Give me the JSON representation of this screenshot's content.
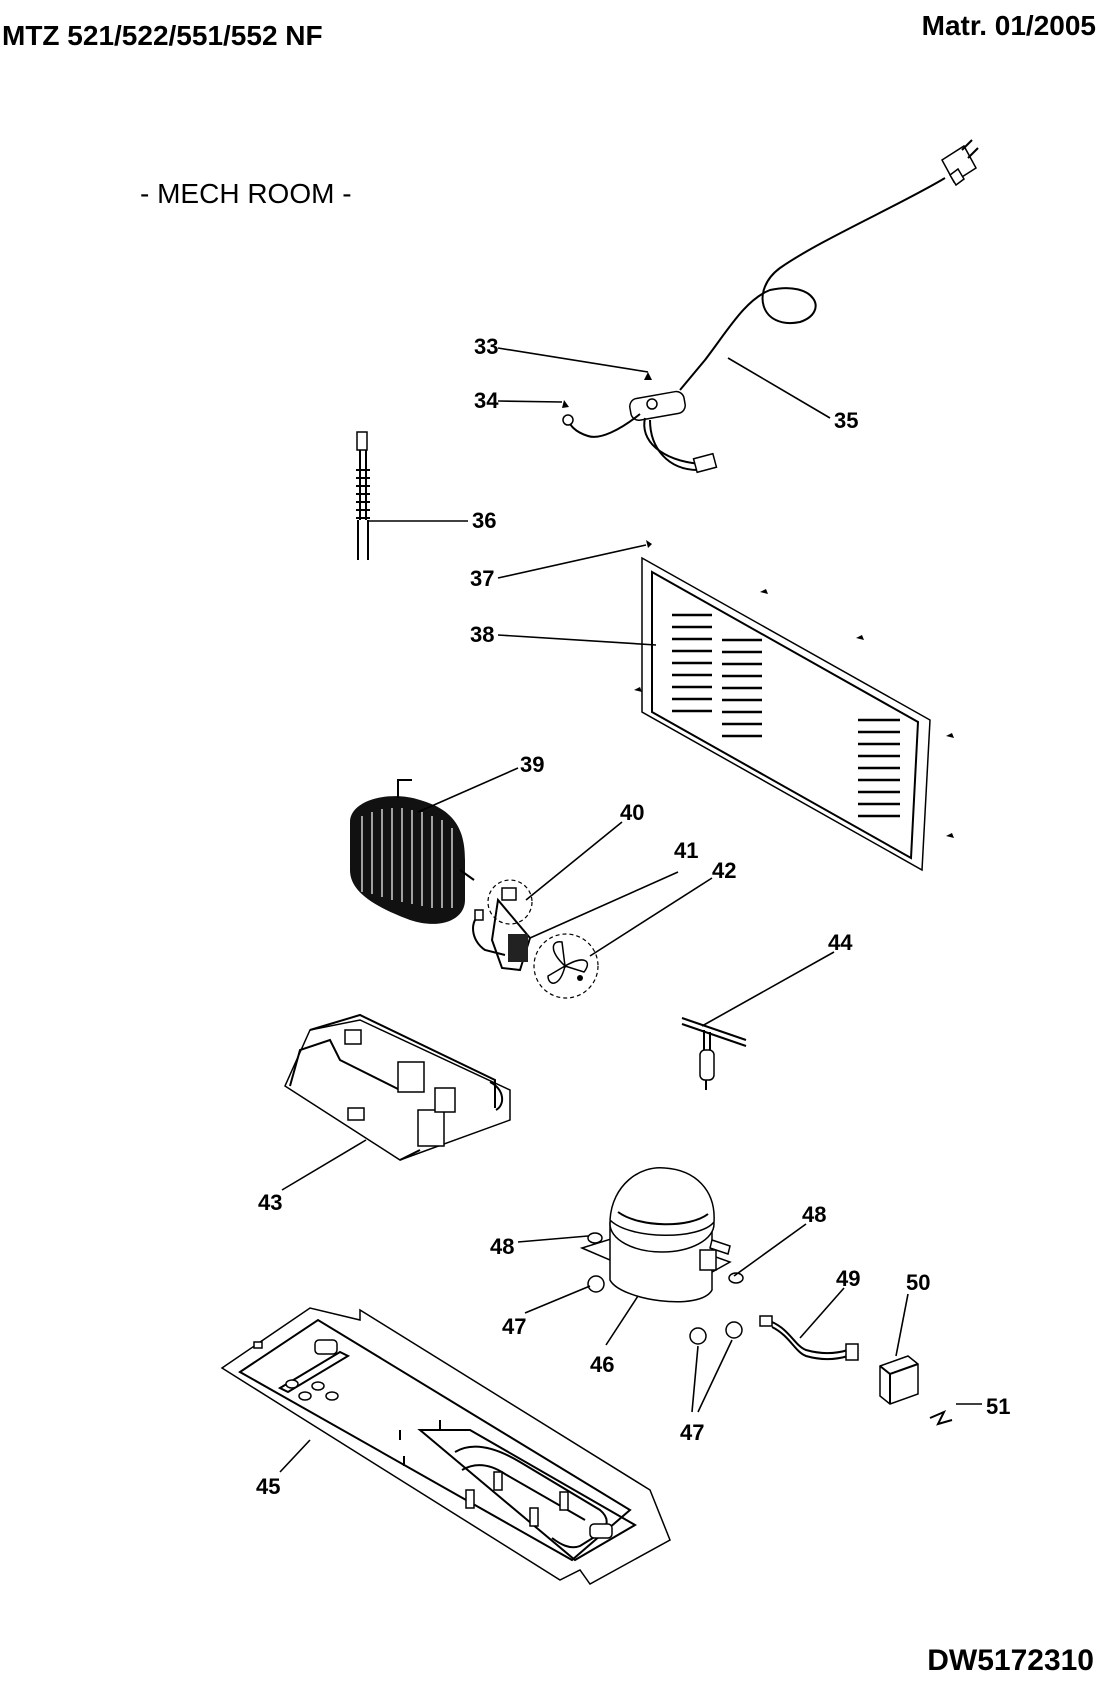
{
  "header": {
    "model": "MTZ 521/522/551/552 NF",
    "matr": "Matr.  01/2005"
  },
  "section_title": "- MECH ROOM -",
  "doc_id": "DW5172310",
  "callouts": [
    "33",
    "34",
    "35",
    "36",
    "37",
    "38",
    "39",
    "40",
    "41",
    "42",
    "44",
    "43",
    "48",
    "48",
    "47",
    "46",
    "47",
    "49",
    "50",
    "51",
    "45"
  ]
}
